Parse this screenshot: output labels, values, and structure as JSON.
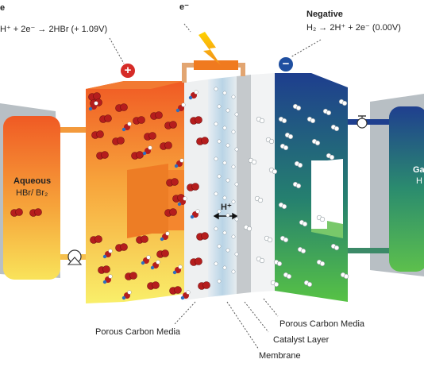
{
  "positive": {
    "title": "e",
    "equation": "H⁺ + 2e⁻ → 2HBr (+ 1.09V)"
  },
  "electron": {
    "label": "e⁻"
  },
  "negative": {
    "title": "Negative",
    "equation": "H₂ → 2H⁺ + 2e⁻ (0.00V)"
  },
  "positive_sign": "+",
  "negative_sign": "−",
  "aqueous": {
    "title": "Aqueous",
    "subtitle": "HBr/ Br₂"
  },
  "gas": {
    "title": "Ga",
    "subtitle": "H"
  },
  "proton": {
    "label": "H⁺",
    "arrow": "⟷"
  },
  "callouts": {
    "porous_left": "Porous Carbon Media",
    "porous_right": "Porous Carbon Media",
    "catalyst": "Catalyst Layer",
    "membrane": "Membrane"
  },
  "colors": {
    "negative_sign": "#1f4fa0",
    "positive_sign": "#d62b27",
    "accent_orange": "#f07a1f",
    "accent_green": "#4aa54a",
    "accent_blue": "#1f3f8f"
  }
}
